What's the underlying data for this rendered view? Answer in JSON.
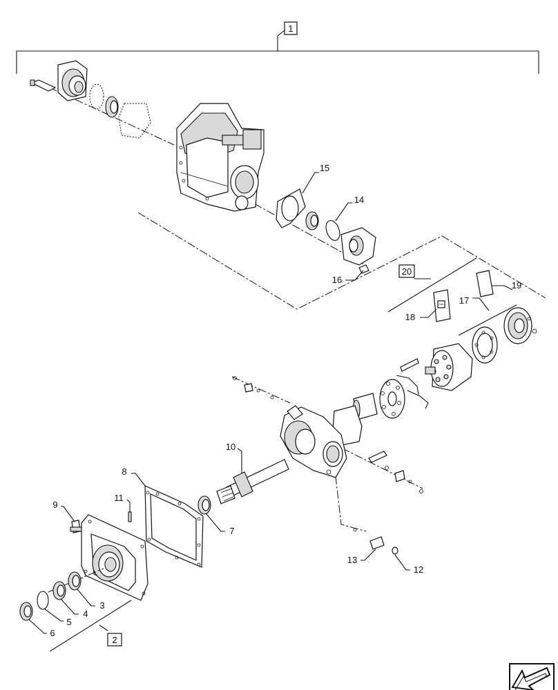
{
  "diagram": {
    "callouts": [
      {
        "id": "c1",
        "text": "1"
      },
      {
        "id": "c2",
        "text": "2"
      },
      {
        "id": "c3",
        "text": "3"
      },
      {
        "id": "c4",
        "text": "4"
      },
      {
        "id": "c5",
        "text": "5"
      },
      {
        "id": "c6",
        "text": "6"
      },
      {
        "id": "c7",
        "text": "7"
      },
      {
        "id": "c8",
        "text": "8"
      },
      {
        "id": "c9",
        "text": "9"
      },
      {
        "id": "c10",
        "text": "10"
      },
      {
        "id": "c11",
        "text": "11"
      },
      {
        "id": "c12",
        "text": "12"
      },
      {
        "id": "c13",
        "text": "13"
      },
      {
        "id": "c14",
        "text": "14"
      },
      {
        "id": "c15",
        "text": "15"
      },
      {
        "id": "c16",
        "text": "16"
      },
      {
        "id": "c17",
        "text": "17"
      },
      {
        "id": "c18",
        "text": "18"
      },
      {
        "id": "c19",
        "text": "19"
      },
      {
        "id": "c20",
        "text": "20"
      }
    ],
    "nav_icon": "arrow-into-box-icon"
  }
}
